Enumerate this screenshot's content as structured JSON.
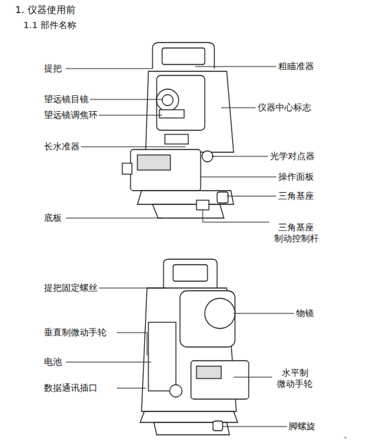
{
  "diagram": {
    "title": "1. 仪器使用前",
    "labels": [
      "1.1 部件名称",
      "提把",
      "粗瞄准器",
      "望远镜目镜",
      "仪器中心标志",
      "望远镜调焦环",
      "长水准器",
      "光学对点器",
      "操作面板",
      "三角基座",
      "底板",
      "三角基座 制动控制杆",
      "提把固定螺丝",
      "物镜",
      "垂直制微动手轮",
      "电池",
      "水平制 微动手轮",
      "数据通讯插口",
      "脚螺旋",
      "。"
    ]
  }
}
